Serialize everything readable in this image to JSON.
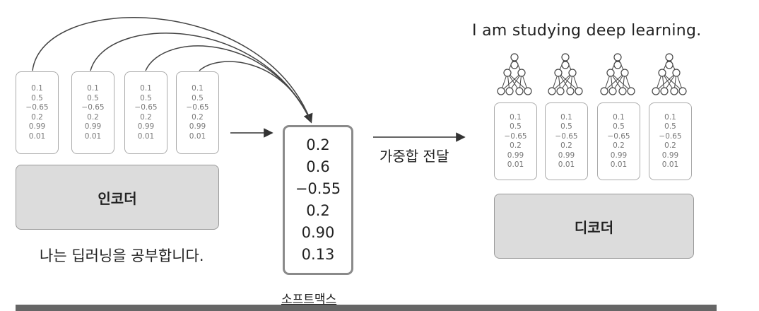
{
  "encoder_vectors": [
    {
      "values": [
        "0.1",
        "0.5",
        "−0.65",
        "0.2",
        "0.99",
        "0.01"
      ]
    },
    {
      "values": [
        "0.1",
        "0.5",
        "−0.65",
        "0.2",
        "0.99",
        "0.01"
      ]
    },
    {
      "values": [
        "0.1",
        "0.5",
        "−0.65",
        "0.2",
        "0.99",
        "0.01"
      ]
    },
    {
      "values": [
        "0.1",
        "0.5",
        "−0.65",
        "0.2",
        "0.99",
        "0.01"
      ]
    }
  ],
  "decoder_vectors": [
    {
      "values": [
        "0.1",
        "0.5",
        "−0.65",
        "0.2",
        "0.99",
        "0.01"
      ]
    },
    {
      "values": [
        "0.1",
        "0.5",
        "−0.65",
        "0.2",
        "0.99",
        "0.01"
      ]
    },
    {
      "values": [
        "0.1",
        "0.5",
        "−0.65",
        "0.2",
        "0.99",
        "0.01"
      ]
    },
    {
      "values": [
        "0.1",
        "0.5",
        "−0.65",
        "0.2",
        "0.99",
        "0.01"
      ]
    }
  ],
  "encoder_label": "인코더",
  "decoder_label": "디코더",
  "input_sentence": "나는 딥러닝을 공부합니다.",
  "output_sentence": "I am studying deep learning.",
  "softmax_values": [
    "0.2",
    "0.6",
    "−0.55",
    "0.2",
    "0.90",
    "0.13"
  ],
  "softmax_label": "소프트맥스",
  "weighted_sum_label": "가중합 전달",
  "icons": {
    "neural_net": "neural-network-icon",
    "arrow": "arrow-right-icon"
  }
}
